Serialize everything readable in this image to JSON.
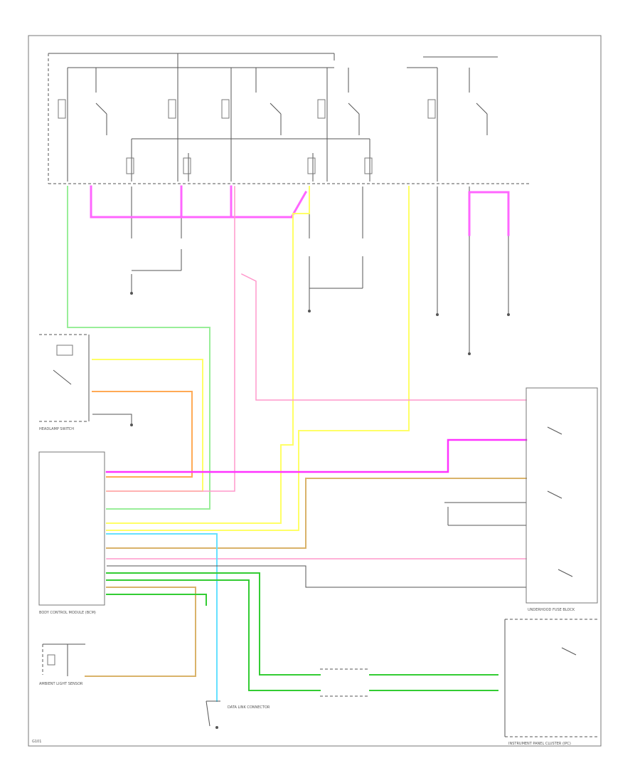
{
  "palette": {
    "pink": "#ff66ff",
    "magenta": "#ff33ff",
    "green": "#33cc33",
    "light_green": "#99ee99",
    "yellow": "#ffff66",
    "orange": "#ffaa55",
    "tan": "#d9b36a",
    "cyan": "#66e0ff",
    "rose": "#ff99cc",
    "gray": "#555555"
  },
  "labels": {
    "headlamp_switch": "HEADLAMP SWITCH",
    "bcm": "BODY CONTROL MODULE (BCM)",
    "fuse_block": "UNDERHOOD FUSE BLOCK",
    "ambient_light_sensor": "AMBIENT LIGHT SENSOR",
    "ipc": "INSTRUMENT PANEL CLUSTER (IPC)",
    "passlock": "DATA LINK CONNECTOR",
    "code": "G101"
  }
}
